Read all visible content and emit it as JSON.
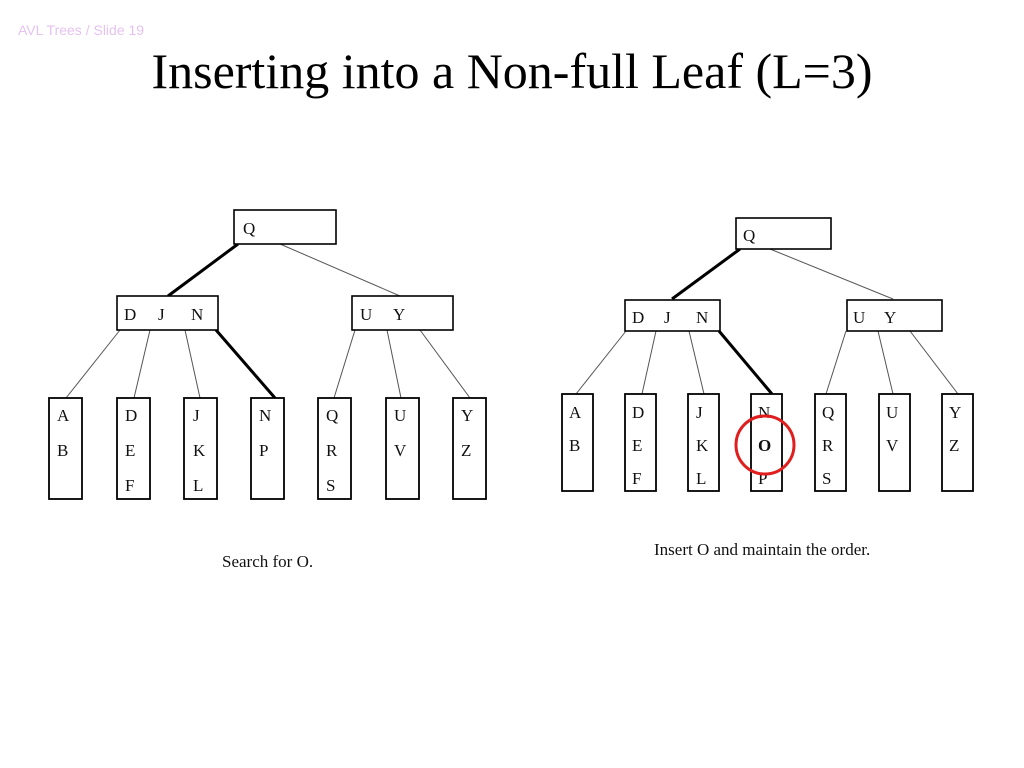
{
  "slide": {
    "label": "AVL Trees / Slide 19",
    "title": "Inserting into a Non-full Leaf (L=3)"
  },
  "colors": {
    "highlight_circle": "#e01e1e",
    "label": "#e6c2ef"
  },
  "trees": [
    {
      "root": "Q",
      "internal": [
        [
          "D",
          "J",
          "N"
        ],
        [
          "U",
          "Y"
        ]
      ],
      "leaves": [
        [
          "A",
          "B"
        ],
        [
          "D",
          "E",
          "F"
        ],
        [
          "J",
          "K",
          "L"
        ],
        [
          "N",
          "P"
        ],
        [
          "Q",
          "R",
          "S"
        ],
        [
          "U",
          "V"
        ],
        [
          "Y",
          "Z"
        ]
      ],
      "caption": "Search for O."
    },
    {
      "root": "Q",
      "internal": [
        [
          "D",
          "J",
          "N"
        ],
        [
          "U",
          "Y"
        ]
      ],
      "leaves": [
        [
          "A",
          "B"
        ],
        [
          "D",
          "E",
          "F"
        ],
        [
          "J",
          "K",
          "L"
        ],
        [
          "N",
          "O",
          "P"
        ],
        [
          "Q",
          "R",
          "S"
        ],
        [
          "U",
          "V"
        ],
        [
          "Y",
          "Z"
        ]
      ],
      "caption": "Insert O and maintain the order."
    }
  ]
}
